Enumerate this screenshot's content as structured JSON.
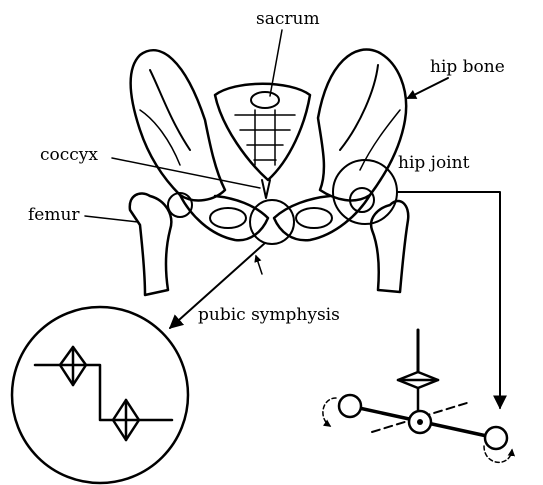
{
  "labels": {
    "sacrum": "sacrum",
    "hip_bone": "hip bone",
    "coccyx": "coccyx",
    "hip_joint": "hip joint",
    "femur": "femur",
    "pubic_symphysis": "pubic symphysis"
  }
}
